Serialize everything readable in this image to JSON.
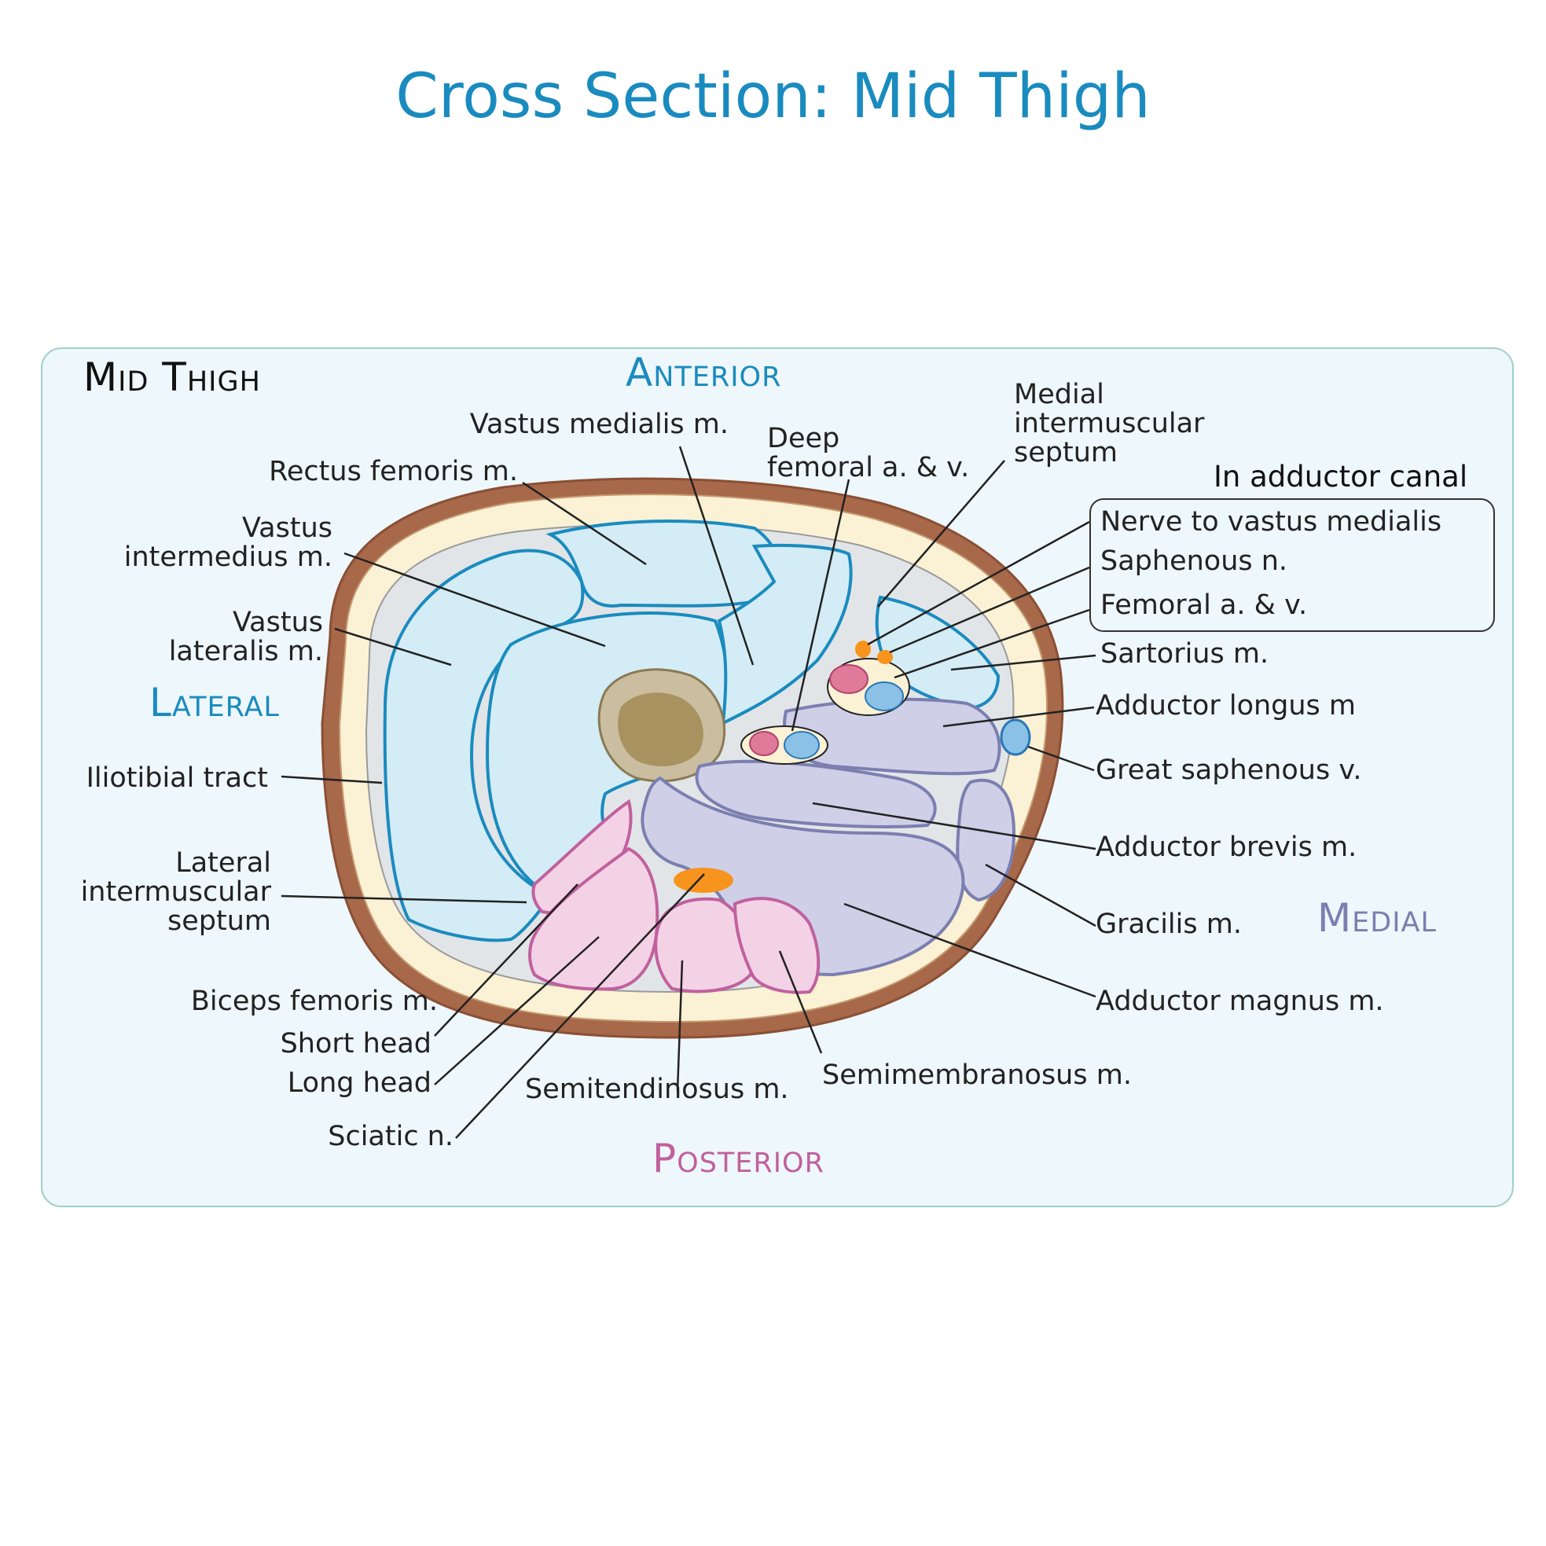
{
  "title": "Cross Section: Mid Thigh",
  "panel_label": "Mid Thigh",
  "directions": {
    "anterior": "Anterior",
    "lateral": "Lateral",
    "medial": "Medial",
    "posterior": "Posterior"
  },
  "canal_heading": "In adductor canal",
  "labels": {
    "vastus_medialis": "Vastus medialis m.",
    "rectus_femoris": "Rectus femoris m.",
    "vastus_intermedius": "Vastus\nintermedius m.",
    "vastus_lateralis": "Vastus\nlateralis m.",
    "iliotibial_tract": "Iliotibial tract",
    "lateral_septum": "Lateral\nintermuscular\nseptum",
    "biceps_femoris": "Biceps femoris m.",
    "short_head": "Short head",
    "long_head": "Long head",
    "sciatic": "Sciatic n.",
    "semitendinosus": "Semitendinosus m.",
    "semimembranosus": "Semimembranosus m.",
    "deep_femoral": "Deep\nfemoral a. & v.",
    "medial_septum": "Medial\nintermuscular\nseptum",
    "nerve_vastus_medialis": "Nerve to vastus medialis",
    "saphenous_n": "Saphenous n.",
    "femoral_av": "Femoral a. & v.",
    "sartorius": "Sartorius m.",
    "adductor_longus": "Adductor longus m",
    "great_saphenous": "Great saphenous v.",
    "adductor_brevis": "Adductor brevis m.",
    "gracilis": "Gracilis m.",
    "adductor_magnus": "Adductor magnus m."
  },
  "colors": {
    "title": "#1a8bbf",
    "anterior": "#1a8bbf",
    "lateral": "#1a8bbf",
    "medial": "#7b7fb0",
    "posterior": "#c0619e",
    "anterior_muscle": "#d4ecf5",
    "medial_muscle": "#cfcfe8",
    "posterior_muscle": "#f4d2e6",
    "skin": "#a8684a",
    "fat": "#fbf1d4",
    "nerve": "#f7941d",
    "artery": "#e07a9a",
    "vein": "#8bc1e6"
  }
}
